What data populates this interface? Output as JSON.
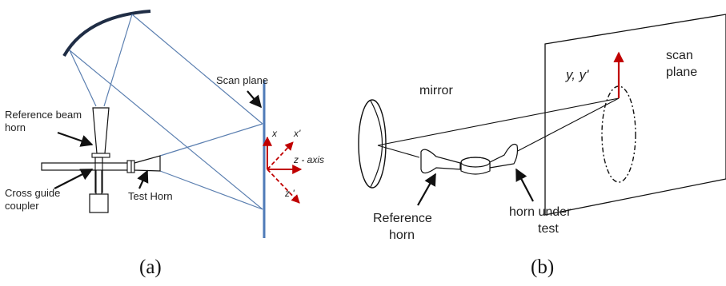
{
  "panel_a": {
    "scan_plane": "Scan plane",
    "reference_beam_horn_line1": "Reference beam",
    "reference_beam_horn_line2": "horn",
    "cross_guide_line1": "Cross guide",
    "cross_guide_line2": "coupler",
    "test_horn": "Test Horn",
    "axis_x": "x",
    "axis_x_prime": "x'",
    "axis_z": "z - axis",
    "axis_z_prime": "z '",
    "caption": "(a)"
  },
  "panel_b": {
    "mirror": "mirror",
    "scan_plane_line1": "scan",
    "scan_plane_line2": "plane",
    "axis_y": "y, y'",
    "reference_horn_line1": "Reference",
    "reference_horn_line2": "horn",
    "horn_under_test_line1": "horn under",
    "horn_under_test_line2": "test",
    "caption": "(b)"
  },
  "colors": {
    "ray": "#5b7fb0",
    "scan_plane_a": "#4f7bb8",
    "axis_red": "#c00000",
    "reflector": "#1f2d45",
    "ink": "#111111"
  }
}
